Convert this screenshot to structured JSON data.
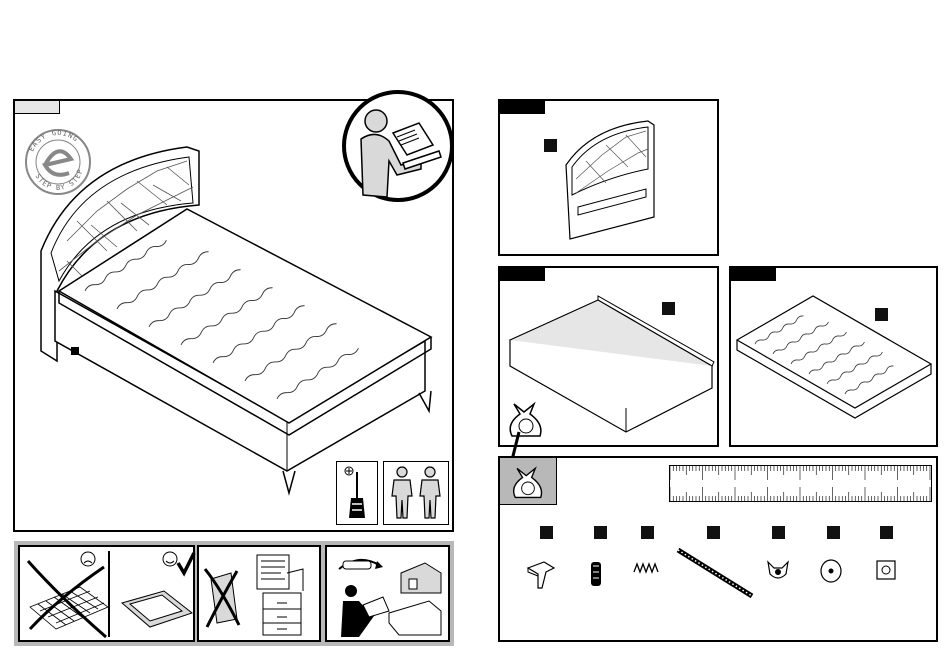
{
  "seal": {
    "top_text": "EASY GOING",
    "bottom_text": "STEP BY STEP"
  },
  "panels": {
    "main": {
      "name": "assembled-bed"
    },
    "headboard": {
      "name": "headboard-part"
    },
    "base": {
      "name": "bed-base-part"
    },
    "mattress": {
      "name": "mattress-part"
    },
    "hardware": {
      "name": "hardware-parts"
    }
  },
  "hardware_items": [
    "leg",
    "peg",
    "spring",
    "threaded-rod",
    "wing-nut",
    "washer",
    "square-washer"
  ],
  "tips": [
    "no-hard-surface",
    "use-soft-surface",
    "no-disposal",
    "recycle",
    "contact-support"
  ],
  "tools": [
    "screwdriver",
    "two-persons"
  ],
  "colors": {
    "ink": "#000000",
    "grey_fill": "#e6e6e6",
    "strip": "#b8b8b8"
  }
}
